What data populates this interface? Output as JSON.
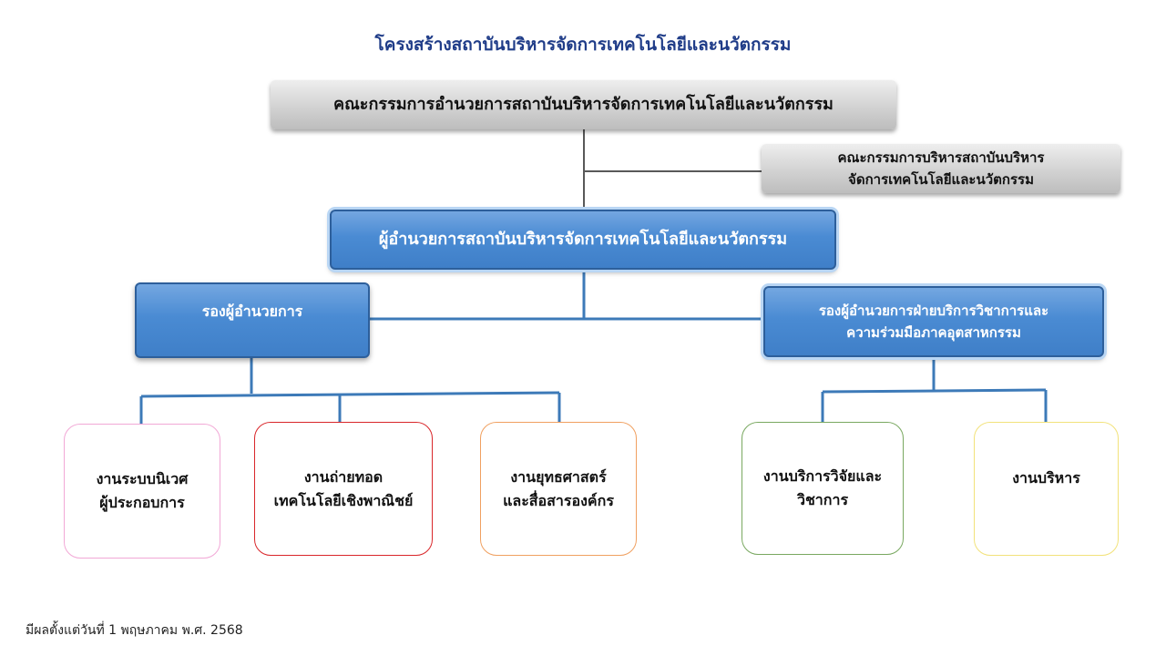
{
  "title": "โครงสร้างสถาบันบริหารจัดการเทคโนโลยีและนวัตกรรม",
  "board": {
    "label": "คณะกรรมการอำนวยการสถาบันบริหารจัดการเทคโนโลยีและนวัตกรรม"
  },
  "exec_committee": {
    "line1": "คณะกรรมการบริหารสถาบันบริหาร",
    "line2": "จัดการเทคโนโลยีและนวัตกรรม"
  },
  "director": {
    "label": "ผู้อำนวยการสถาบันบริหารจัดการเทคโนโลยีและนวัตกรรม"
  },
  "deputy_left": {
    "label": "รองผู้อำนวยการ"
  },
  "deputy_right": {
    "line1": "รองผู้อำนวยการฝ่ายบริการวิชาการและ",
    "line2": "ความร่วมมือภาคอุตสาหกรรม"
  },
  "units": [
    {
      "line1": "งานระบบนิเวศ",
      "line2": "ผู้ประกอบการ",
      "border": "#f2a8d6"
    },
    {
      "line1": "งานถ่ายทอด",
      "line2": "เทคโนโลยีเชิงพาณิชย์",
      "border": "#d9262a"
    },
    {
      "line1": "งานยุทธศาสตร์",
      "line2": "และสื่อสารองค์กร",
      "border": "#f0a060"
    },
    {
      "line1": "งานบริการวิจัยและ",
      "line2": "วิชาการ",
      "border": "#79a860"
    },
    {
      "line1": "งานบริหาร",
      "line2": "",
      "border": "#f2e27a"
    }
  ],
  "colors": {
    "title": "#1f3c88",
    "connector_gray": "#595959",
    "connector_blue": "#3d7ab8"
  },
  "footer": "มีผลตั้งแต่วันที่ 1 พฤษภาคม พ.ศ. 2568"
}
